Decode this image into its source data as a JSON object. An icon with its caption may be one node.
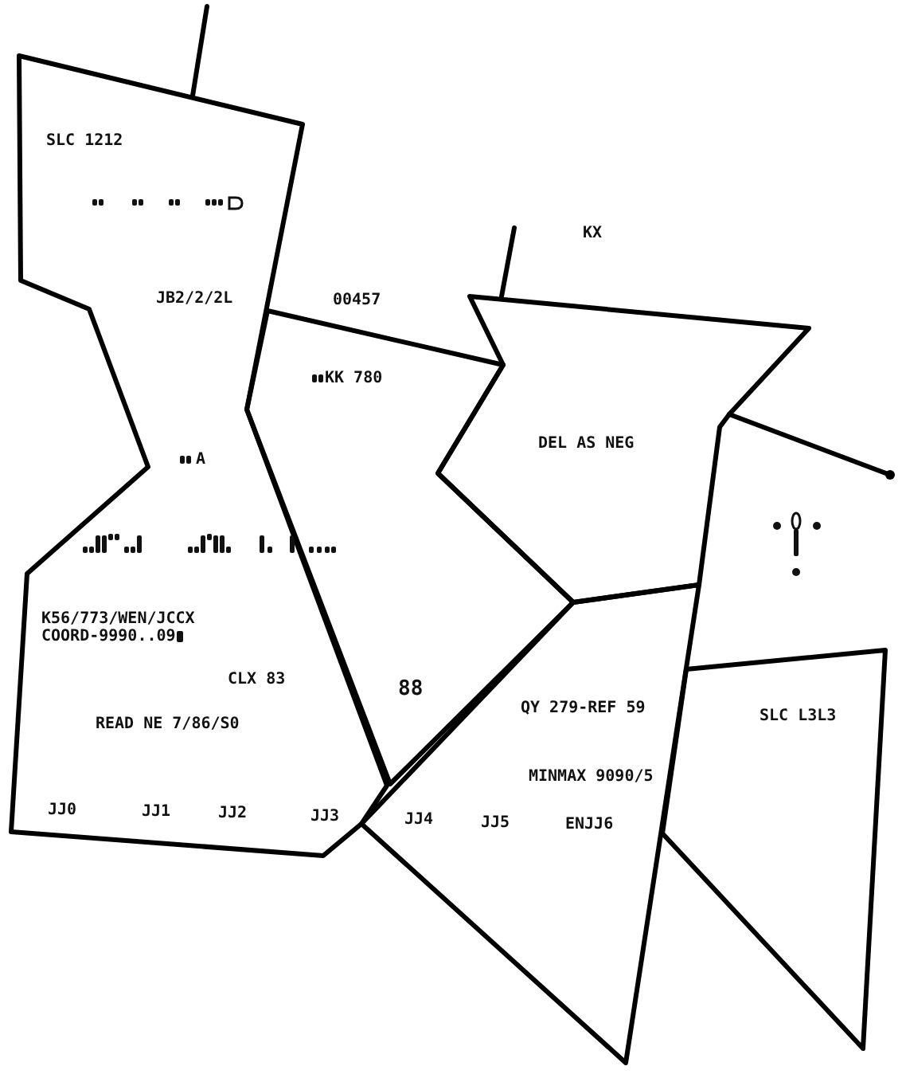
{
  "diagram": {
    "nodes": [
      {
        "text": [
          "SLC 1212",
          "JB2/2/2L",
          "A",
          "K56/773/WEN/JCCX",
          "COORD-9990..09",
          "CLX 83",
          "READ NE 7/86/S0",
          "JJ0",
          "JJ1",
          "JJ2",
          "JJ3"
        ]
      },
      {
        "text": [
          "KK 780",
          "88"
        ]
      },
      {
        "text": [
          "DEL AS NEG"
        ]
      },
      {
        "text": [
          "QY 279-REF 59",
          "MINMAX 9090/5",
          "JJ4",
          "JJ5",
          "ENJJ6"
        ]
      },
      {
        "text": [
          "SLC L3L3"
        ]
      }
    ],
    "labels": [
      "KX",
      "00457"
    ]
  }
}
